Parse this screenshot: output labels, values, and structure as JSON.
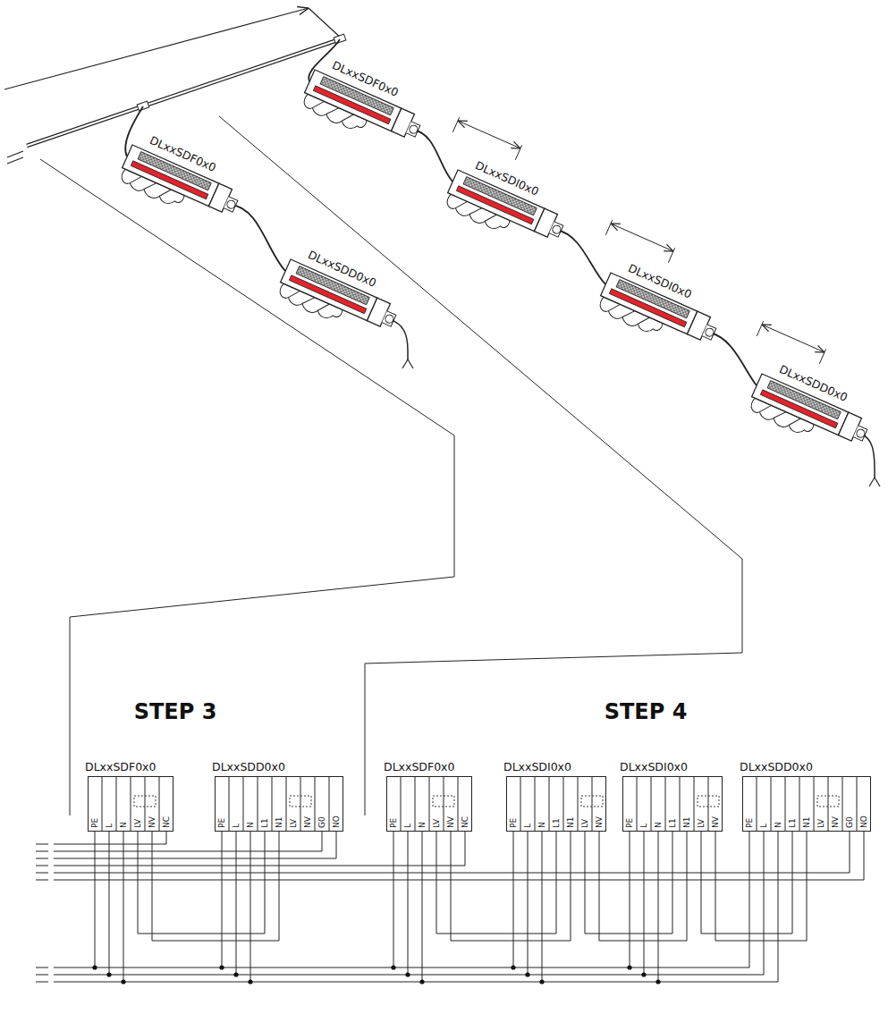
{
  "diagram": {
    "nodes": [
      {
        "text": [
          "DLxxSDF0x0"
        ]
      },
      {
        "text": [
          "DLxxSDD0x0"
        ]
      },
      {
        "text": [
          "DLxxSDF0x0"
        ]
      },
      {
        "text": [
          "DLxxSDI0x0"
        ]
      },
      {
        "text": [
          "DLxxSDI0x0"
        ]
      },
      {
        "text": [
          "DLxxSDD0x0"
        ]
      }
    ],
    "edges": [
      {
        "from": 0,
        "to": 1,
        "arrow": "none"
      },
      {
        "from": 2,
        "to": 3,
        "arrow": "none"
      },
      {
        "from": 3,
        "to": 4,
        "arrow": "none"
      },
      {
        "from": 4,
        "to": 5,
        "arrow": "none"
      }
    ],
    "labels": [
      "DLxxSDF0x0",
      "DLxxSDF0x0",
      "DLxxSDI0x0",
      "DLxxSDD0x0",
      "DLxxSDI0x0",
      "DLxxSDD0x0",
      "STEP 3",
      "STEP 4",
      "PE",
      "L",
      "N",
      "LV",
      "NV",
      "NC",
      "PE",
      "L",
      "N",
      "L1",
      "N1",
      "LV",
      "NV",
      "G0",
      "NO",
      "PE",
      "L",
      "N",
      "LV",
      "NV",
      "NC",
      "PE",
      "L",
      "N",
      "L1",
      "N1",
      "LV",
      "NV",
      "PE",
      "L",
      "N",
      "L1",
      "N1",
      "LV",
      "NV",
      "PE",
      "L",
      "N",
      "L1",
      "N1",
      "LV",
      "NV",
      "G0",
      "NO"
    ]
  }
}
